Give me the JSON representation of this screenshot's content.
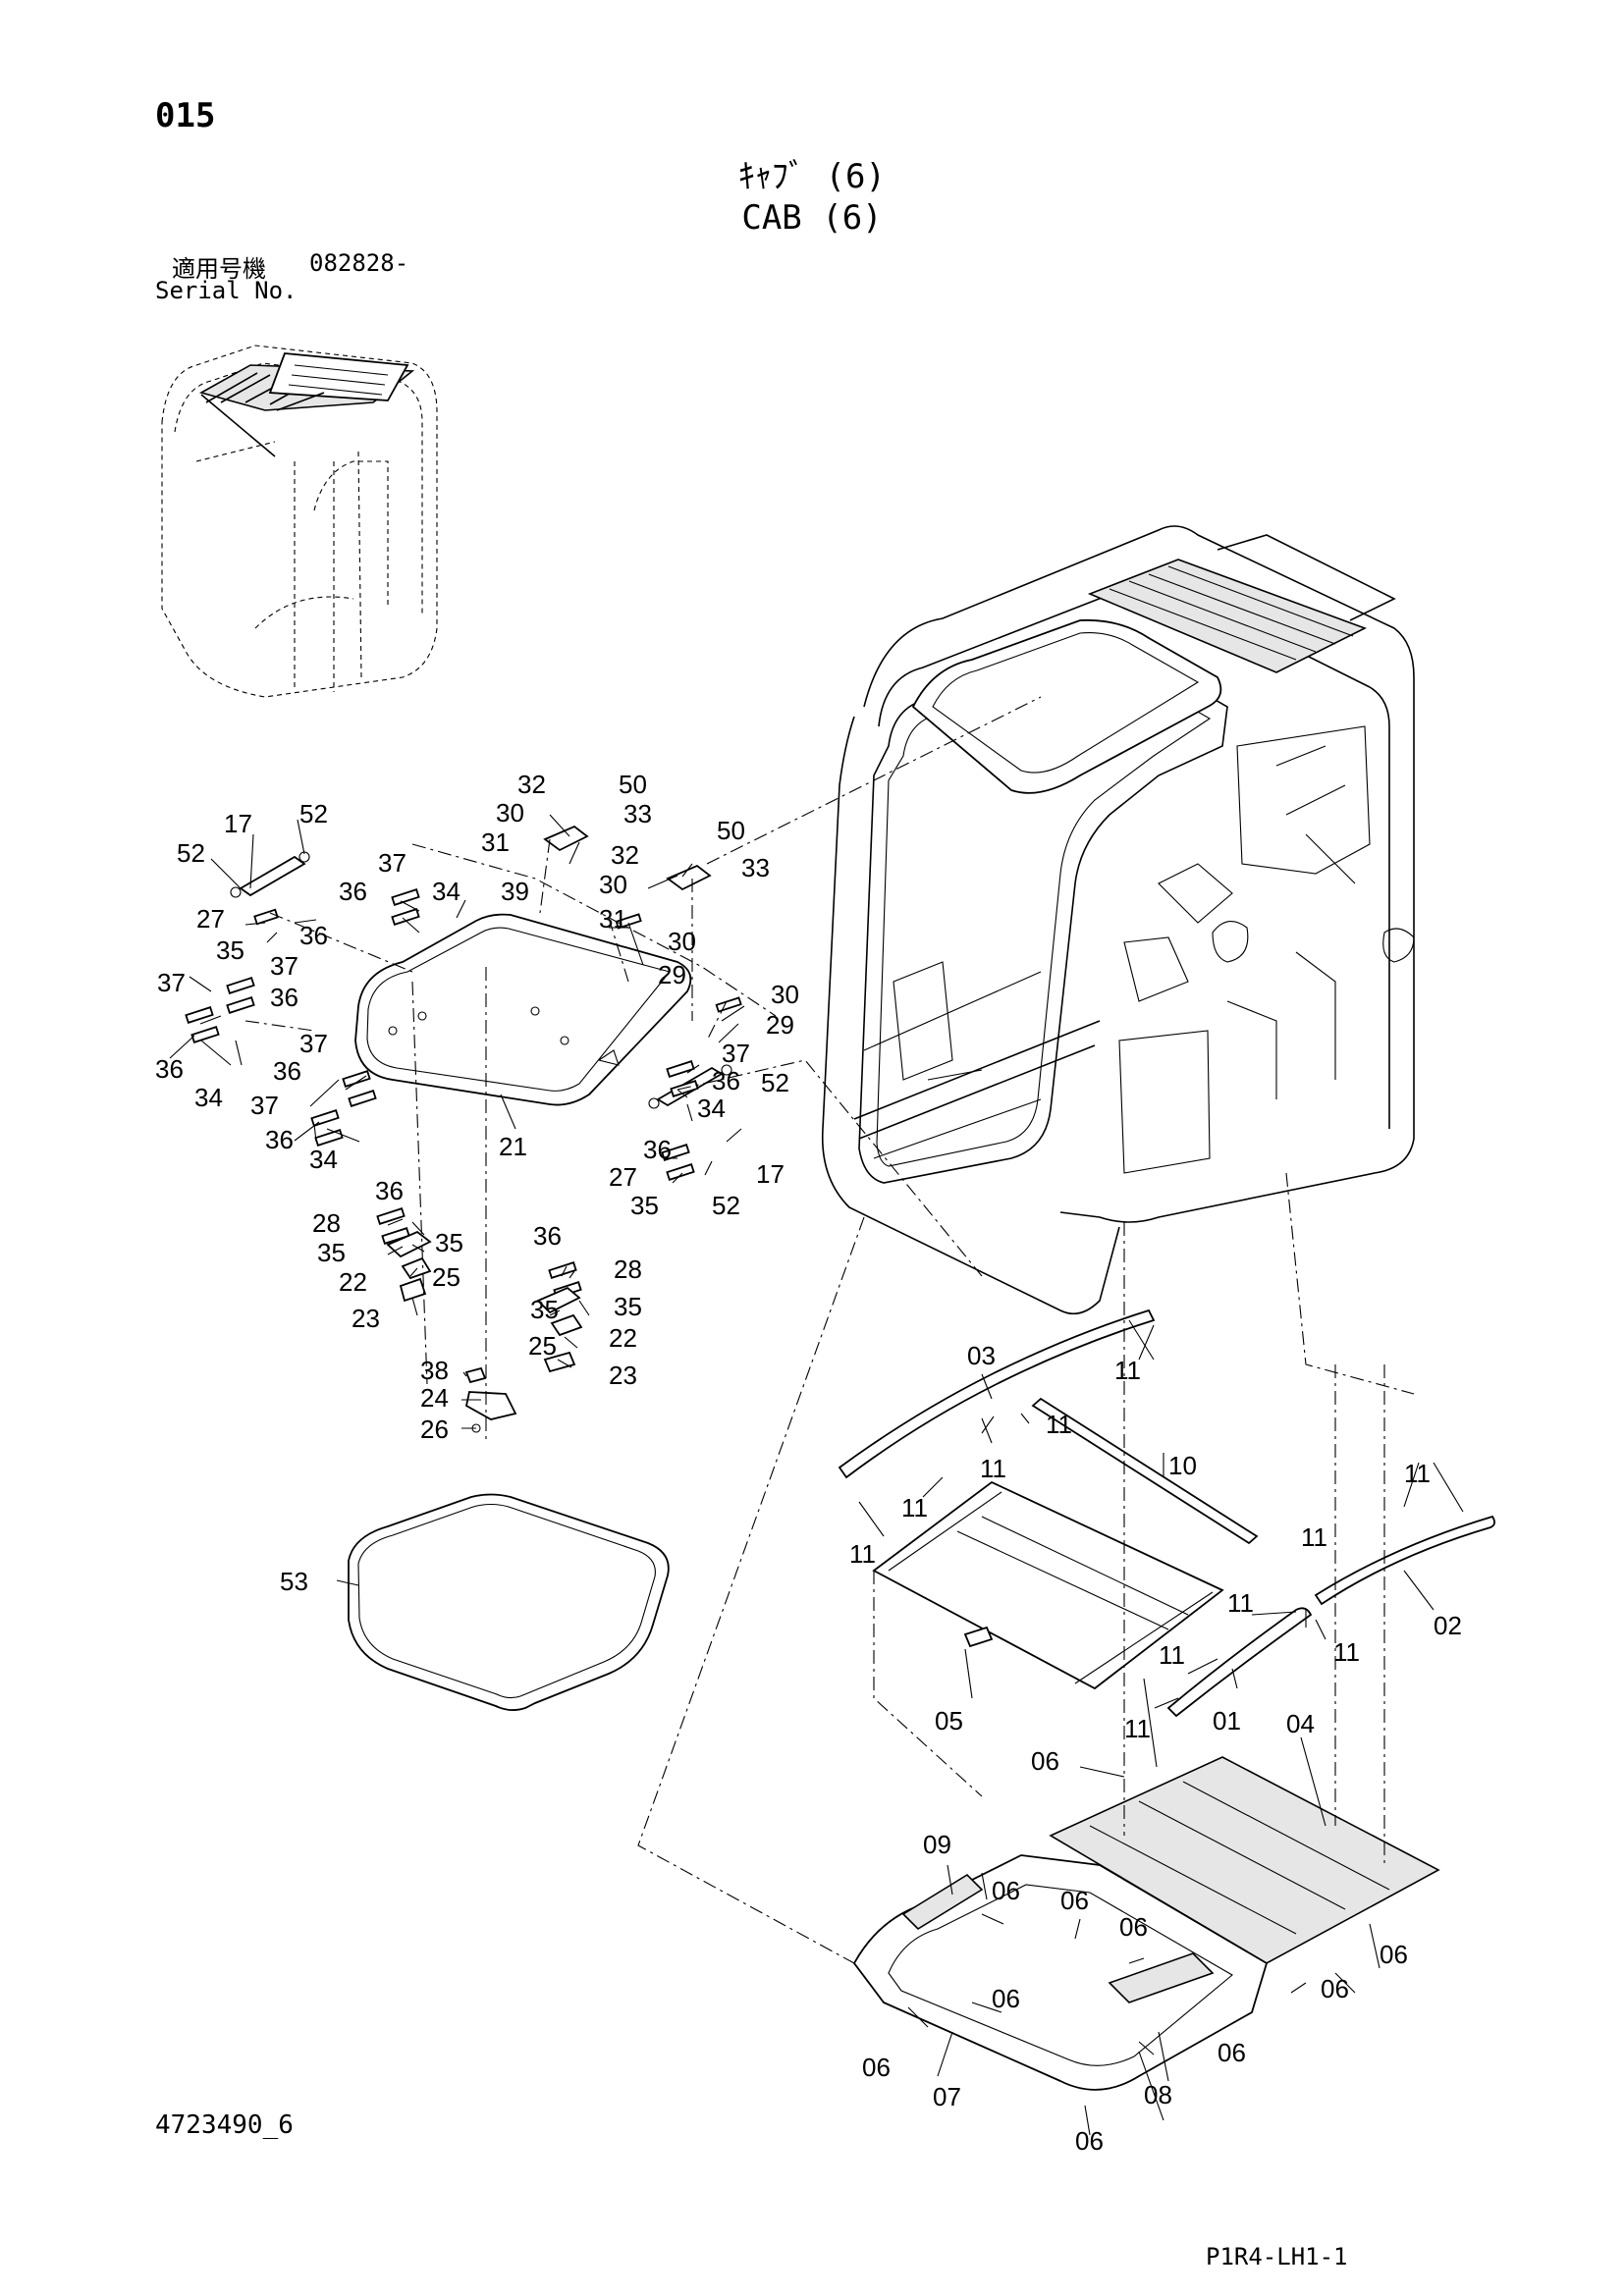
{
  "header": {
    "page_number": "015",
    "title_jp": "ｷｬﾌﾞ (6)",
    "title_en": "CAB (6)",
    "serial_label_jp": "適用号機",
    "serial_label_en": "Serial No.",
    "serial_value": "082828-"
  },
  "footer": {
    "drawing_number": "4723490_6",
    "sheet_code": "P1R4-LH1-1"
  },
  "callouts": {
    "c01": "01",
    "c02": "02",
    "c03": "03",
    "c04": "04",
    "c05": "05",
    "c06": "06",
    "c07": "07",
    "c08": "08",
    "c09": "09",
    "c10": "10",
    "c11": "11",
    "c17": "17",
    "c21": "21",
    "c22": "22",
    "c23": "23",
    "c24": "24",
    "c25": "25",
    "c26": "26",
    "c27": "27",
    "c28": "28",
    "c29": "29",
    "c30": "30",
    "c31": "31",
    "c32": "32",
    "c33": "33",
    "c34": "34",
    "c35": "35",
    "c36": "36",
    "c37": "37",
    "c38": "38",
    "c39": "39",
    "c50": "50",
    "c52": "52",
    "c53": "53"
  }
}
